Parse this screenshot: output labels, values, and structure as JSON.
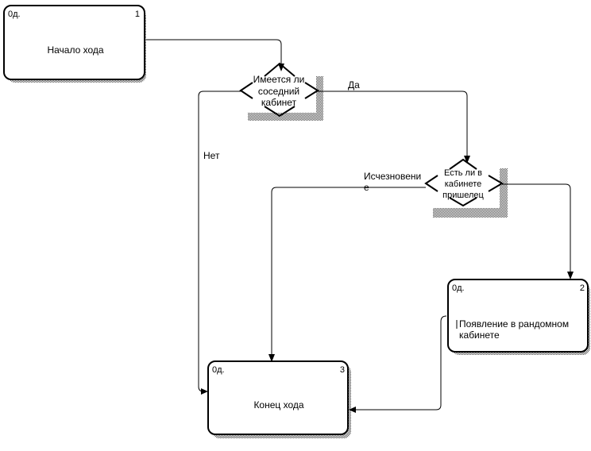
{
  "nodes": {
    "start": {
      "corner": "0д.",
      "number": "1",
      "title": "Начало хода"
    },
    "appear": {
      "corner": "0д.",
      "number": "2",
      "title_line1": "Появление в рандомном",
      "title_line2": "кабинете"
    },
    "end": {
      "corner": "0д.",
      "number": "3",
      "title": "Конец хода"
    }
  },
  "decisions": {
    "neighbor": {
      "line1": "Имеется ли",
      "line2": "соседний",
      "line3": "кабинет"
    },
    "alien": {
      "line1": "Есть ли в",
      "line2": "кабинете",
      "line3": "пришелец"
    }
  },
  "edge_labels": {
    "yes": "Да",
    "no": "Нет",
    "vanish_line1": "Исчезновени",
    "vanish_line2": "е"
  }
}
